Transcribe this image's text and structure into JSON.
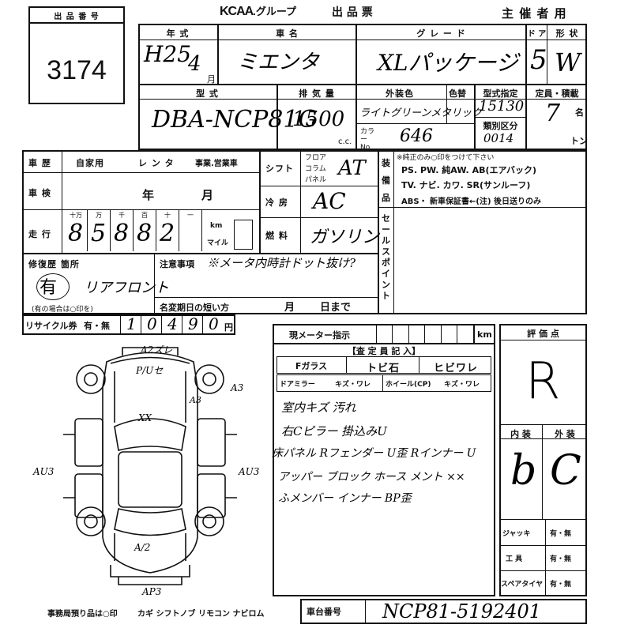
{
  "header": {
    "lot_label": "出 品 番 号",
    "lot_number": "3174",
    "logo_text": "KCAA",
    "logo_sub": ".グループ",
    "sheet_title": "出 品 票",
    "organizer": "主 催 者 用"
  },
  "row1": {
    "year_label": "年 式",
    "year_value": "H25",
    "month_value": "4",
    "month_unit": "月",
    "name_label": "車 名",
    "name_value": "ミエンタ",
    "grade_label": "グ レ ー ド",
    "grade_value": "XLパッケージ",
    "doors_label": "ド ア",
    "doors_value": "5",
    "shape_label": "形 状",
    "shape_value": "W"
  },
  "row2": {
    "model_label": "型 式",
    "model_value": "DBA-NCP81G",
    "disp_label": "排 気 量",
    "disp_value": "1500",
    "disp_unit": "c.c.",
    "color_label": "外装色",
    "color_value": "ライトグリーンメタリック",
    "color_change_label": "色替",
    "color_no_label": "カラー No.",
    "color_no_value": "646",
    "type_label": "型式指定",
    "type_value": "15130",
    "class_label": "類別区分",
    "class_value": "0014",
    "capacity_label": "定員・積載",
    "capacity_value": "7",
    "capacity_unit": "名",
    "ton_unit": "トン"
  },
  "history": {
    "label": "車 歴",
    "opt1": "自家用",
    "opt2": "レ ン タ",
    "opt3": "事業.営業車"
  },
  "inspection": {
    "label": "車 検",
    "year_unit": "年",
    "month_unit": "月"
  },
  "mileage": {
    "label": "走 行",
    "units": [
      "十万",
      "万",
      "千",
      "百",
      "十",
      "一"
    ],
    "digits": [
      "8",
      "5",
      "8",
      "8",
      "2"
    ],
    "km": "km",
    "mile": "マイル"
  },
  "shift": {
    "label": "シフト",
    "opts": [
      "フロア",
      "コラム",
      "パネル"
    ],
    "value": "AT"
  },
  "ac": {
    "label": "冷 房",
    "value": "AC"
  },
  "fuel": {
    "label": "燃 料",
    "value": "ガソリン"
  },
  "equip": {
    "label": "装 備 品",
    "note": "※純正のみ○印をつけて下さい",
    "line1": "PS. PW. 純AW. AB(エアバック)",
    "line2": "TV. ナビ. カワ. SR(サンルーフ)",
    "line3": "ABS・ 新車保証書←(注) 後日送りのみ"
  },
  "sales_point": {
    "label": "セールスポイント"
  },
  "repair": {
    "label": "修復歴 箇所",
    "value_mark": "有",
    "value_note": "リアフロント",
    "sub": "(有の場合は○印を)"
  },
  "notes": {
    "label": "注意事項",
    "value": "※メータ内時計ドット抜け?",
    "deadline_label": "名変期日の短い方",
    "month_unit": "月",
    "day_unit": "日まで"
  },
  "recycle": {
    "label": "リサイクル券",
    "opts": "有・無",
    "digits": [
      "1",
      "0",
      "4",
      "9",
      "0"
    ],
    "unit": "円"
  },
  "meter": {
    "label": "現メーター指示",
    "unit": "km"
  },
  "inspection_items": {
    "header": "【査 定 員 記 入】",
    "glass": "Fガラス",
    "chip": "トビ石",
    "crack": "ヒビワレ",
    "mirror": "ドアミラー",
    "mirror_opts": "キズ・ワレ",
    "wheel": "ホイール(CP)",
    "wheel_opts": "キズ・ワレ"
  },
  "inspector_notes": [
    "室内キズ 汚れ",
    "右Cピラー 掛込みU",
    "床パネル Rフェンダー U歪 Rインナー U",
    "アッパー ブロック ホース メント ××",
    "ふメンバー インナー BP歪"
  ],
  "score": {
    "label": "評 価 点",
    "value": "R",
    "interior_label": "内 装",
    "interior_value": "b",
    "exterior_label": "外 装",
    "exterior_value": "C"
  },
  "tools": [
    {
      "label": "ジャッキ",
      "opts": "有・無"
    },
    {
      "label": "工 具",
      "opts": "有・無"
    },
    {
      "label": "スペアタイヤ",
      "opts": "有・無"
    }
  ],
  "diagram": {
    "marks": [
      "A2ズレ",
      "P/Uセ",
      "A3",
      "XX",
      "A3",
      "AU3",
      "AU3",
      "A/2",
      "AP3"
    ]
  },
  "footer": {
    "office": "事務局預り品は○印",
    "items": "カギ シフトノブ リモコン ナビロム",
    "chassis_label": "車台番号",
    "chassis_value": "NCP81-5192401"
  }
}
